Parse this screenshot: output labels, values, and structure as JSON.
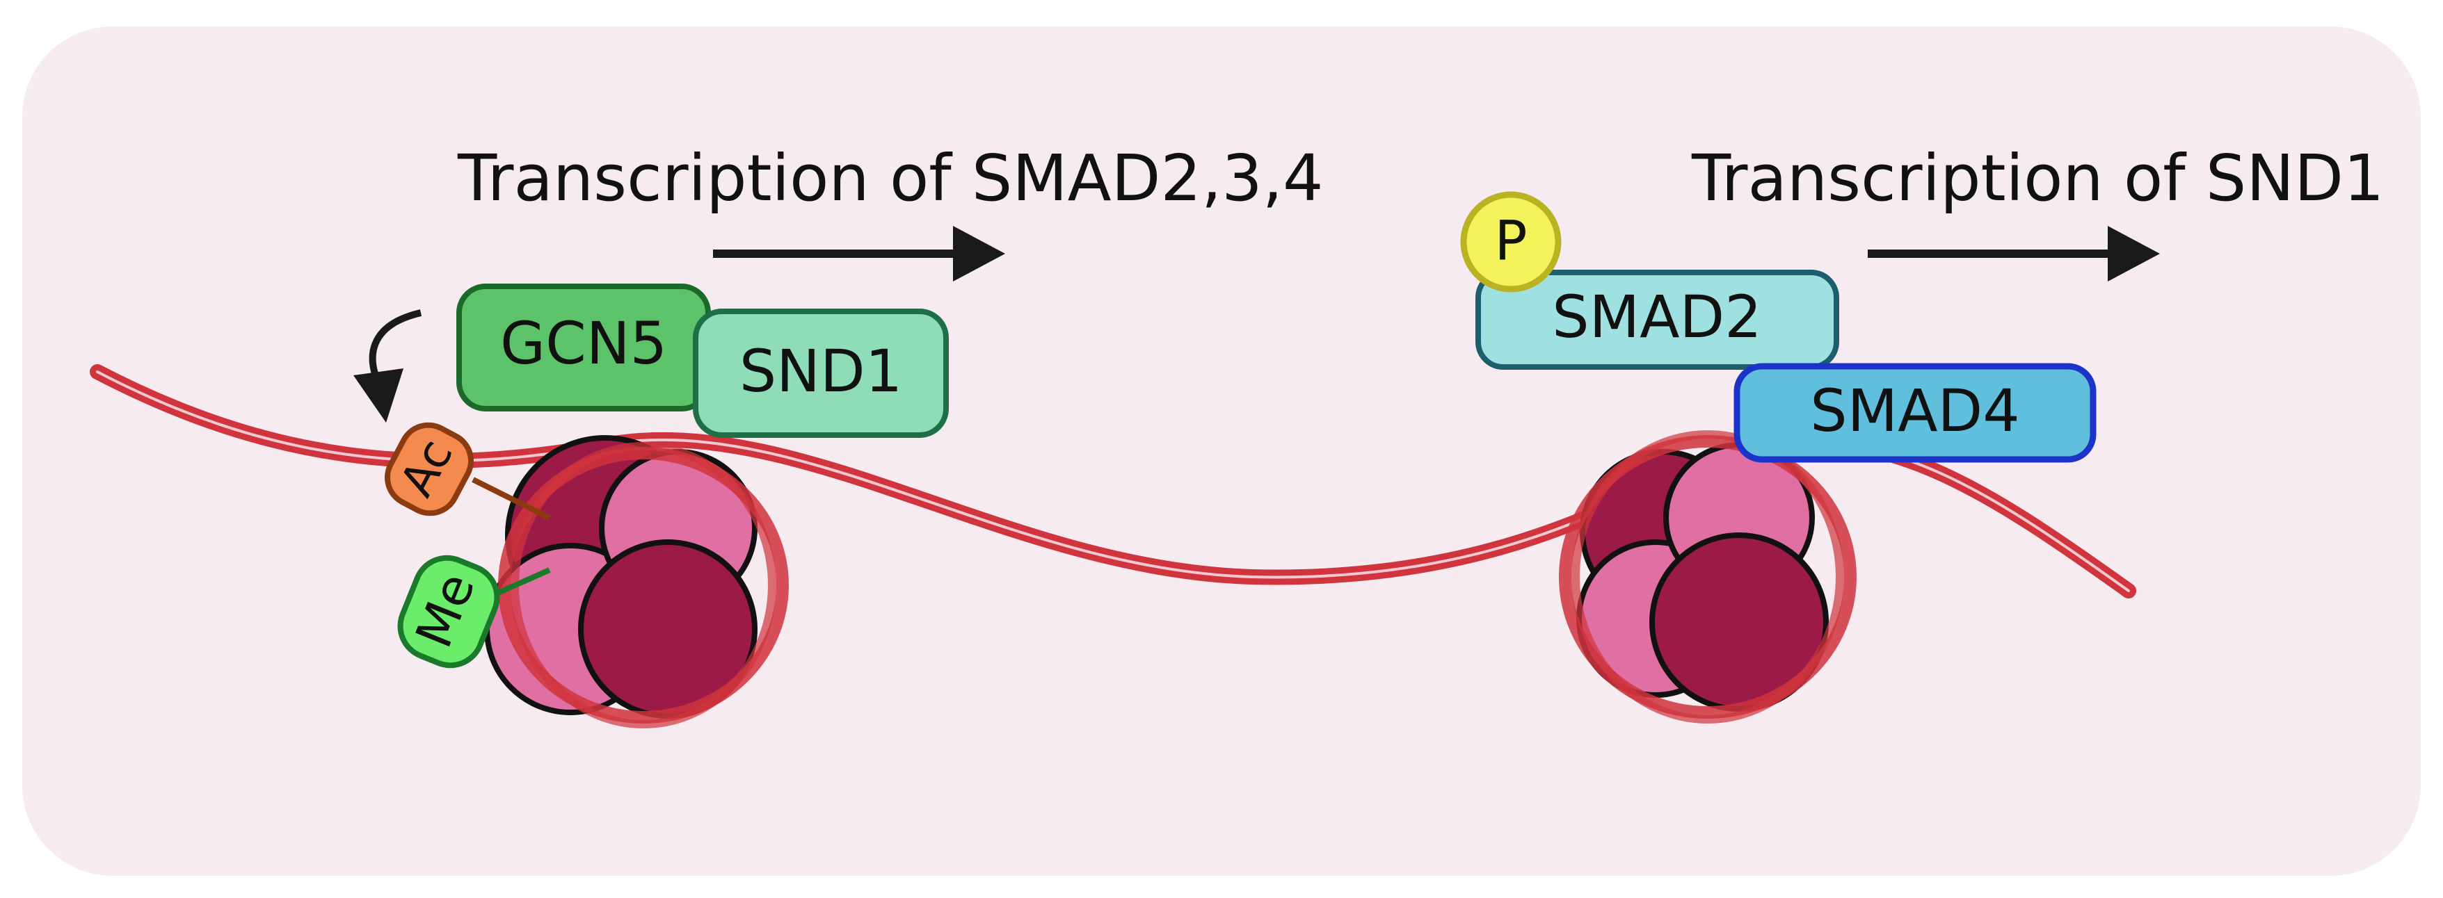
{
  "labels": {
    "transcription_left": "Transcription of SMAD2,3,4",
    "transcription_right": "Transcription of SND1",
    "gcn5": "GCN5",
    "snd1": "SND1",
    "smad2": "SMAD2",
    "smad4": "SMAD4",
    "phospho": "P",
    "acetyl": "Ac",
    "methyl": "Me"
  },
  "colors": {
    "panel_bg": "#f5ebf0",
    "dna": "#d0343d",
    "histone_dark": "#9c1a48",
    "histone_light": "#e070a4",
    "gcn5_fill": "#5cc36a",
    "gcn5_stroke": "#1c6a2a",
    "snd1_fill": "#8fdcb8",
    "snd1_stroke": "#1e6e46",
    "smad2_fill": "#9fe1e1",
    "smad2_stroke": "#1d5e6e",
    "smad4_fill": "#5fbfdc",
    "smad4_stroke": "#1c33c9",
    "phospho_fill": "#f4f25a",
    "phospho_stroke": "#b9b324",
    "acetyl_fill": "#f58a4e",
    "acetyl_stroke": "#8c3a10",
    "methyl_fill": "#6bed6b",
    "methyl_stroke": "#1b7a2a",
    "arrow": "#1a1a1a"
  }
}
